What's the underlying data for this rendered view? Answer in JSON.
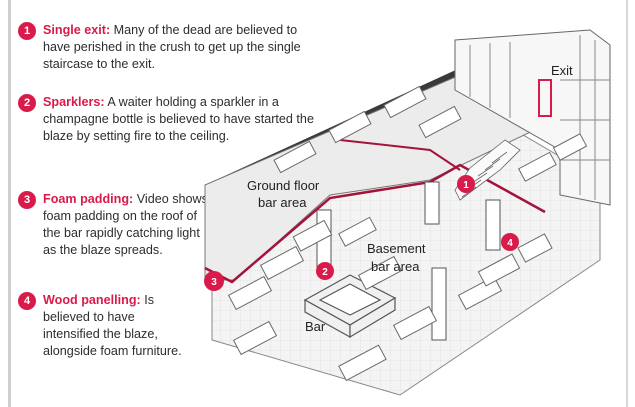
{
  "accent": "#d81b4a",
  "notes": [
    {
      "num": "1",
      "head": "Single exit:",
      "body": " Many of the dead are believed to have perished in the crush to get up the single staircase to the exit."
    },
    {
      "num": "2",
      "head": "Sparklers:",
      "body": " A waiter holding a sparkler in a champagne bottle is believed to have started the blaze by setting fire to the ceiling."
    },
    {
      "num": "3",
      "head": "Foam padding:",
      "body": " Video shows foam padding on the roof of the bar rapidly catching light as the blaze spreads."
    },
    {
      "num": "4",
      "head": "Wood panelling:",
      "body": " Is believed to have intensified the blaze, alongside foam furniture."
    }
  ],
  "labels": {
    "exit": "Exit",
    "ground_floor_1": "Ground floor",
    "ground_floor_2": "bar area",
    "basement_1": "Basement",
    "basement_2": "bar area",
    "bar": "Bar"
  },
  "markers": [
    "1",
    "2",
    "3",
    "4"
  ]
}
